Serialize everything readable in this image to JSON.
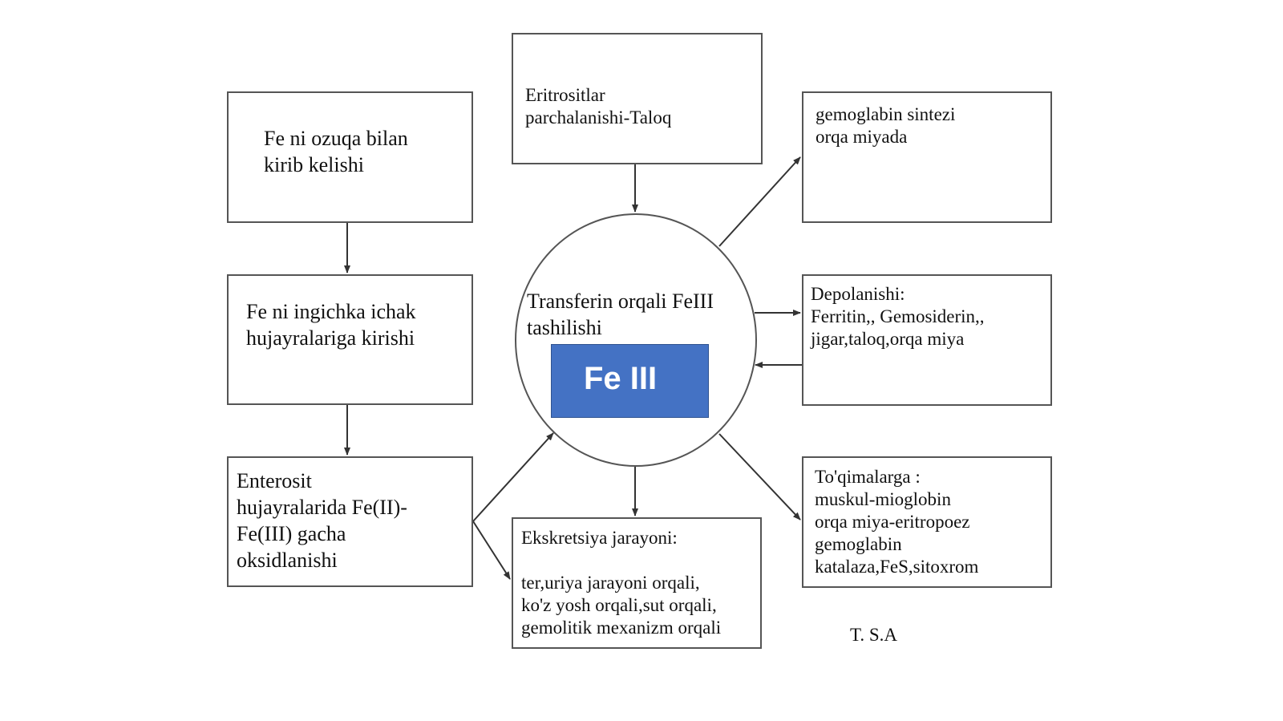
{
  "boxes": {
    "food_intake": {
      "lines": [
        "Fe ni ozuqa bilan",
        "kirib kelishi"
      ]
    },
    "intestine_entry": {
      "lines": [
        "Fe ni ingichka ichak",
        "hujayralariga kirishi"
      ]
    },
    "oxidation": {
      "lines": [
        "Enterosit",
        "hujayralarida Fe(II)-",
        "Fe(III) gacha",
        "oksidlanishi"
      ]
    },
    "erythrocyte_breakdown": {
      "lines": [
        "Eritrositlar",
        "parchalanishi-Taloq"
      ]
    },
    "hemoglobin_synthesis": {
      "lines": [
        "gemoglabin sintezi",
        "orqa miyada"
      ]
    },
    "deposition": {
      "lines": [
        "Depolanishi:",
        "Ferritin,, Gemosiderin,,",
        "jigar,taloq,orqa miya"
      ]
    },
    "tissues": {
      "lines": [
        "To'qimalarga :",
        "muskul-mioglobin",
        "orqa miya-eritropoez",
        "gemoglabin",
        "katalaza,FeS,sitoxrom"
      ]
    },
    "excretion": {
      "heading": "Ekskretsiya jarayoni:",
      "lines": [
        "ter,uriya jarayoni orqali,",
        "ko'z yosh orqali,sut orqali,",
        "gemolitik mexanizm orqali"
      ]
    }
  },
  "center": {
    "lines": [
      "Transferin orqali FeIII",
      "tashilishi"
    ],
    "badge": "Fe III",
    "badge_color": "#4472c4"
  },
  "signature": "T. S.A",
  "colors": {
    "line": "#333333",
    "border": "#555555"
  }
}
